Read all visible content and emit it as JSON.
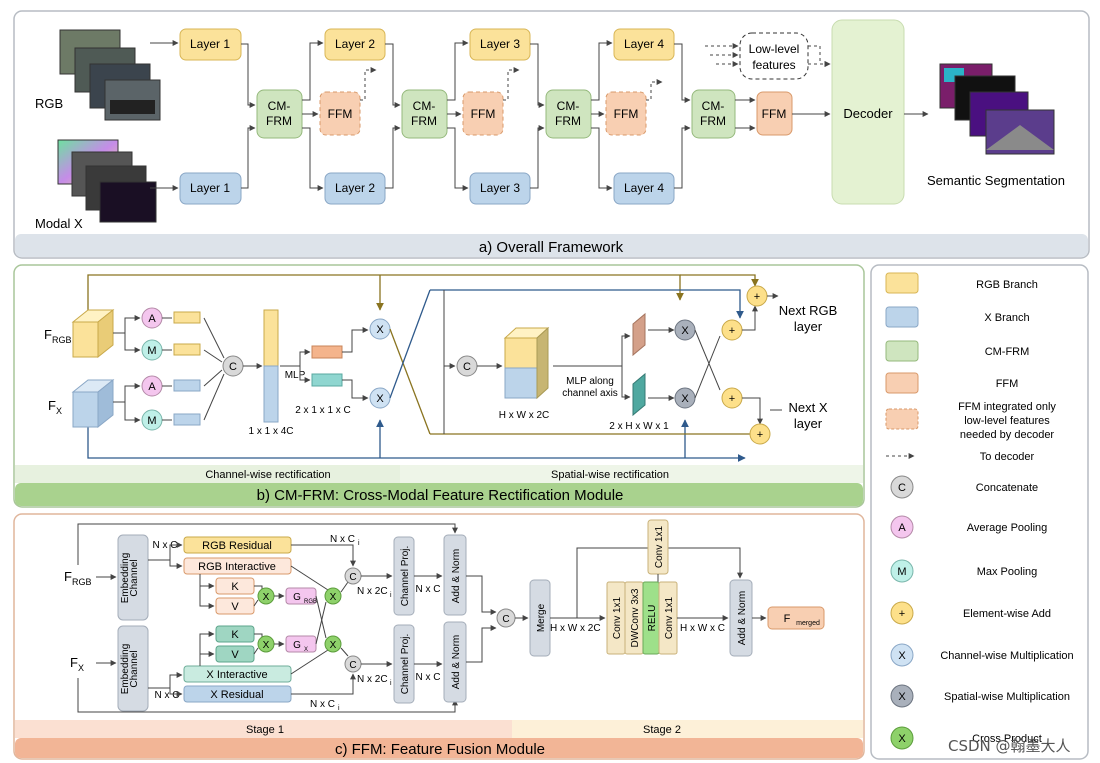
{
  "colors": {
    "rgb": "#fbe29a",
    "rgb_stroke": "#d8b656",
    "x": "#bcd4ea",
    "x_stroke": "#8aa7c6",
    "cmfrm": "#cfe5bf",
    "cmfrm_stroke": "#95b97c",
    "ffm": "#f8cfb2",
    "ffm_stroke": "#d99a6b",
    "avg": "#f4c6ee",
    "max": "#bff0e8",
    "add": "#fde08a",
    "chmul": "#cfe2f3",
    "spmul": "#a9b0bb",
    "cross": "#8ed16a",
    "concat": "#d9d9d9",
    "header_a": "#dde3ea",
    "header_b": "#a9d28e",
    "header_c": "#f2b596",
    "olive_line": "#8a7420",
    "blue_line": "#2f5a8c"
  },
  "panel_a": {
    "title": "a)  Overall Framework",
    "input_rgb": "RGB",
    "input_x": "Modal X",
    "rgb_layers": [
      "Layer 1",
      "Layer 2",
      "Layer 3",
      "Layer 4"
    ],
    "x_layers": [
      "Layer 1",
      "Layer 2",
      "Layer 3",
      "Layer 4"
    ],
    "cmfrm": "CM-\nFRM",
    "ffm": "FFM",
    "low_level": "Low-level\nfeatures",
    "decoder": "Decoder",
    "output": "Semantic Segmentation"
  },
  "panel_b": {
    "title": "b)  CM-FRM: Cross-Modal Feature Rectification Module",
    "f_rgb": "F",
    "f_rgb_sub": "RGB",
    "f_x": "F",
    "f_x_sub": "X",
    "a": "A",
    "m": "M",
    "c": "C",
    "x": "X",
    "plus": "+",
    "mlp": "MLP",
    "vec_label": "1 x 1 x 4C",
    "weights_label": "2 x 1 x 1 x C",
    "hw2c": "H x W x 2C",
    "mlp_axis": "MLP along\nchannel axis",
    "spatial_label": "2 x H x W x 1",
    "next_rgb": "Next RGB\nlayer",
    "next_x": "Next X\nlayer",
    "stage_left": "Channel-wise rectification",
    "stage_right": "Spatial-wise rectification"
  },
  "panel_c": {
    "title": "c) FFM: Feature Fusion Module",
    "f_rgb": "F",
    "f_rgb_sub": "RGB",
    "f_x": "F",
    "f_x_sub": "X",
    "channel_embedding": "Channel\nEmbedding",
    "nxc": "N x C",
    "nxci": "N x C",
    "nxci_sub": "i",
    "rgb_residual": "RGB Residual",
    "rgb_interactive": "RGB Interactive",
    "x_interactive": "X Interactive",
    "x_residual": "X Residual",
    "k": "K",
    "v": "V",
    "g_rgb": "G",
    "g_rgb_sub": "RGB",
    "g_x": "G",
    "g_x_sub": "X",
    "nx2ci": "N x 2C",
    "nx2ci_sub": "i",
    "channel_proj": "Channel Proj.",
    "add_norm": "Add & Norm",
    "merge": "Merge",
    "hw2c": "H x W x 2C",
    "conv_top": "Conv 1x1",
    "conv_a": "Conv 1x1",
    "dwconv": "DWConv 3x3",
    "relu": "RELU",
    "conv_b": "Conv 1x1",
    "hwc": "H x W x C",
    "f_merged": "F",
    "f_merged_sub": "merged",
    "stage1": "Stage 1",
    "stage2": "Stage 2"
  },
  "legend": {
    "items": [
      {
        "label": "RGB Branch"
      },
      {
        "label": "X Branch"
      },
      {
        "label": "CM-FRM"
      },
      {
        "label": "FFM"
      },
      {
        "label": "FFM integrated only\nlow-level features\nneeded by decoder"
      },
      {
        "label": "To decoder"
      },
      {
        "label": "Concatenate",
        "symbol": "C"
      },
      {
        "label": "Average Pooling",
        "symbol": "A"
      },
      {
        "label": "Max Pooling",
        "symbol": "M"
      },
      {
        "label": "Element-wise Add",
        "symbol": "+"
      },
      {
        "label": "Channel-wise Multiplication",
        "symbol": "X"
      },
      {
        "label": "Spatial-wise Multiplication",
        "symbol": "X"
      },
      {
        "label": "Cross Product",
        "symbol": "X"
      }
    ]
  },
  "watermark": "CSDN @翰墨大人"
}
